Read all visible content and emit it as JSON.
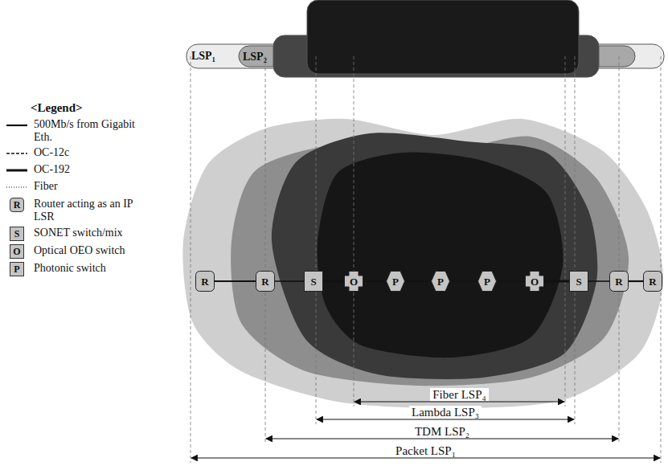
{
  "diagram": {
    "nodes": [
      {
        "text": [
          "R"
        ]
      },
      {
        "text": [
          "R"
        ]
      },
      {
        "text": [
          "S"
        ]
      },
      {
        "text": [
          "O"
        ]
      },
      {
        "text": [
          "P"
        ]
      },
      {
        "text": [
          "P"
        ]
      },
      {
        "text": [
          "P"
        ]
      },
      {
        "text": [
          "O"
        ]
      },
      {
        "text": [
          "S"
        ]
      },
      {
        "text": [
          "R"
        ]
      },
      {
        "text": [
          "R"
        ]
      }
    ],
    "edges": [
      {
        "from": 0,
        "to": 1,
        "arrow": "none"
      },
      {
        "from": 1,
        "to": 2,
        "arrow": "none"
      },
      {
        "from": 2,
        "to": 3,
        "arrow": "none"
      },
      {
        "from": 3,
        "to": 4,
        "arrow": "none"
      },
      {
        "from": 4,
        "to": 5,
        "arrow": "none"
      },
      {
        "from": 5,
        "to": 6,
        "arrow": "none"
      },
      {
        "from": 6,
        "to": 7,
        "arrow": "none"
      },
      {
        "from": 7,
        "to": 8,
        "arrow": "none"
      },
      {
        "from": 8,
        "to": 9,
        "arrow": "none"
      },
      {
        "from": 9,
        "to": 10,
        "arrow": "none"
      }
    ],
    "labels": [
      "LSP₁",
      "LSP₂",
      "<Legend>",
      "R",
      "S",
      "O",
      "P",
      "Fiber LSP₄",
      "Lambda LSP₃",
      "TDM LSP₂",
      "Packet LSP₁"
    ],
    "legend": [
      {
        "text": "500Mb/s from Gigabit Eth."
      },
      {
        "text": "OC-12c"
      },
      {
        "text": "OC-192"
      },
      {
        "text": "Fiber"
      },
      {
        "text": "Router acting as an IP LSR"
      },
      {
        "text": "SONET switch/mix"
      },
      {
        "text": "Optical OEO switch"
      },
      {
        "text": "Photonic switch"
      }
    ]
  }
}
